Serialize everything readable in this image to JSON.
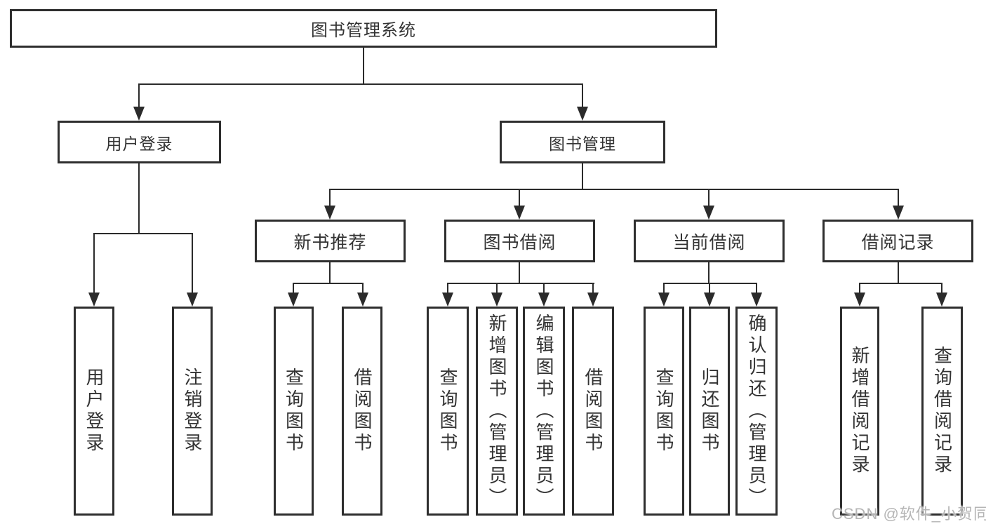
{
  "diagram": {
    "root": {
      "label": "图书管理系统"
    },
    "level2": [
      {
        "label": "用户登录"
      },
      {
        "label": "图书管理"
      }
    ],
    "level3": [
      {
        "label": "新书推荐"
      },
      {
        "label": "图书借阅"
      },
      {
        "label": "当前借阅"
      },
      {
        "label": "借阅记录"
      }
    ],
    "leaves": {
      "login": [
        {
          "label": "用户登录"
        },
        {
          "label": "注销登录"
        }
      ],
      "recommend": [
        {
          "label": "查询图书"
        },
        {
          "label": "借阅图书"
        }
      ],
      "borrow": [
        {
          "label": "查询图书"
        },
        {
          "label": "新增图书（管理员）"
        },
        {
          "label": "编辑图书（管理员）"
        },
        {
          "label": "借阅图书"
        }
      ],
      "current": [
        {
          "label": "查询图书"
        },
        {
          "label": "归还图书"
        },
        {
          "label": "确认归还（管理员）"
        }
      ],
      "records": [
        {
          "label": "新增借阅记录"
        },
        {
          "label": "查询借阅记录"
        }
      ]
    },
    "watermark": "CSDN @软件_小贺同学",
    "colors": {
      "line": "#2b2b2b",
      "border": "#2e2e2e",
      "text": "#333333",
      "watermark": "#b5b5b5",
      "background": "#ffffff"
    }
  }
}
